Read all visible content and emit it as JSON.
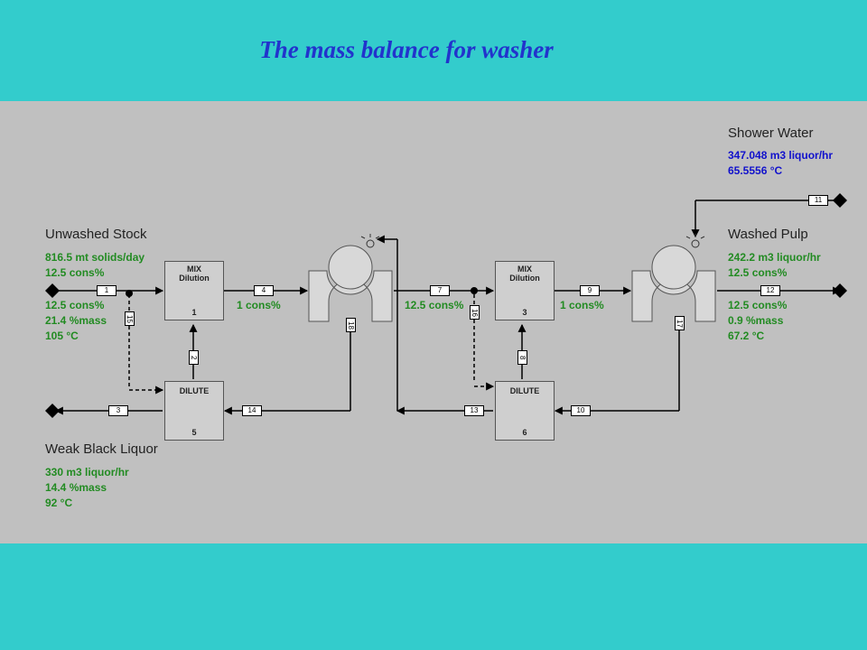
{
  "title": "The mass balance for washer",
  "labels": {
    "unwashed_stock": "Unwashed Stock",
    "weak_black_liquor": "Weak Black Liquor",
    "shower_water": "Shower Water",
    "washed_pulp": "Washed Pulp"
  },
  "unwashed_stock_in": [
    "816.5 mt solids/day",
    "12.5 cons%"
  ],
  "unwashed_stock_out": [
    "12.5 cons%",
    "21.4 %mass",
    "105 °C"
  ],
  "weak_black_liquor_data": [
    "330 m3 liquor/hr",
    "14.4 %mass",
    "92 °C"
  ],
  "shower_water_data": [
    "347.048 m3 liquor/hr",
    "65.5556 °C"
  ],
  "washed_pulp_in": [
    "242.2  m3 liquor/hr",
    "12.5  cons%"
  ],
  "washed_pulp_out": [
    "12.5 cons%",
    "0.9 %mass",
    "67.2 °C"
  ],
  "consistency_labels": {
    "after_mix1": "1 cons%",
    "after_washer1": "12.5 cons%",
    "after_mix2": "1 cons%"
  },
  "units": {
    "mix1": {
      "title": "MIX",
      "sub": "Dilution",
      "num": "1"
    },
    "dilute1": {
      "title": "DILUTE",
      "num": "5"
    },
    "mix2": {
      "title": "MIX",
      "sub": "Dilution",
      "num": "3"
    },
    "dilute2": {
      "title": "DILUTE",
      "num": "6"
    }
  },
  "streams": {
    "s1": "1",
    "s2": "2",
    "s3": "3",
    "s4": "4",
    "s7": "7",
    "s8": "8",
    "s9": "9",
    "s10": "10",
    "s11": "11",
    "s12": "12",
    "s13": "13",
    "s14": "14",
    "s15": "15",
    "s16": "16",
    "s17": "17",
    "s18": "18"
  },
  "colors": {
    "background": "#33CCCC",
    "panel": "#C0C0C0",
    "title": "#2233CC",
    "green_text": "#228B22",
    "blue_text": "#1111CC"
  }
}
